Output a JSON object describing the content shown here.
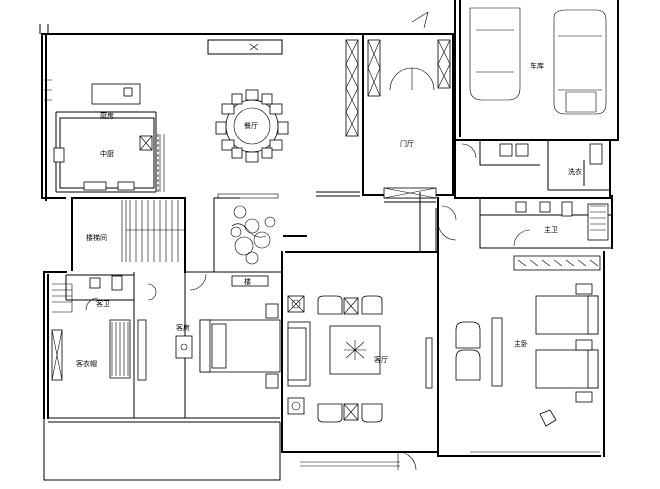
{
  "rooms": {
    "kitchen": "厨房",
    "dining": "餐厅",
    "pantry": "中厨",
    "garage": "车库",
    "foyer": "门厅",
    "laundry": "洗衣",
    "stairs": "楼梯间",
    "guest_bath": "客卫",
    "guest_closet": "客衣帽",
    "guest_room": "客房",
    "living": "客厅",
    "master_bath": "主卫",
    "master_room": "主卧",
    "stair_label": "楼"
  }
}
